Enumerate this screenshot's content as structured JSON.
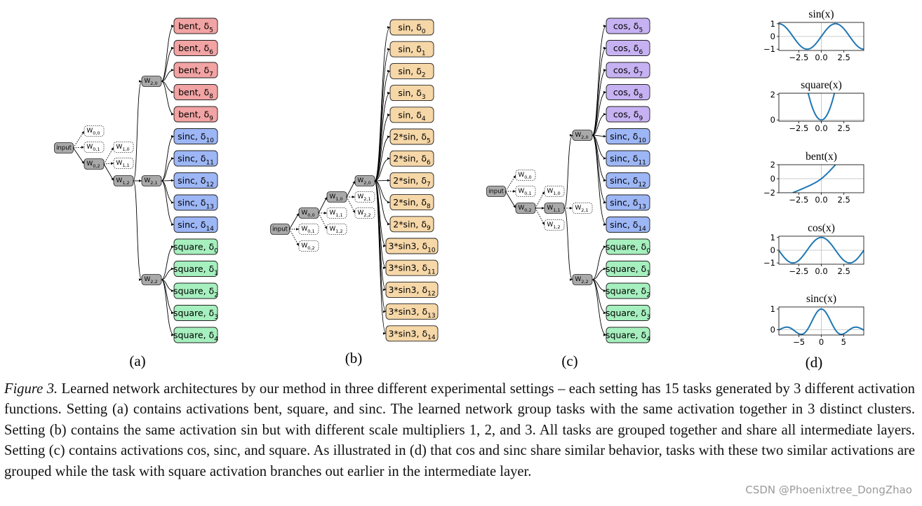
{
  "panels": [
    {
      "id": "a",
      "label": "(a)",
      "input": "input",
      "hidden": [
        {
          "main": "W",
          "sub": "0,0"
        },
        {
          "main": "W",
          "sub": "0,1"
        },
        {
          "main": "W",
          "sub": "0,2"
        },
        {
          "main": "W",
          "sub": "1,0"
        },
        {
          "main": "W",
          "sub": "1,1"
        },
        {
          "main": "W",
          "sub": "1,2"
        },
        {
          "main": "W",
          "sub": "2,0"
        },
        {
          "main": "W",
          "sub": "2,1"
        },
        {
          "main": "W",
          "sub": "2,2"
        }
      ],
      "tasks": [
        {
          "main": "bent, δ",
          "sub": "5",
          "group": "bent"
        },
        {
          "main": "bent, δ",
          "sub": "6",
          "group": "bent"
        },
        {
          "main": "bent, δ",
          "sub": "7",
          "group": "bent"
        },
        {
          "main": "bent, δ",
          "sub": "8",
          "group": "bent"
        },
        {
          "main": "bent, δ",
          "sub": "9",
          "group": "bent"
        },
        {
          "main": "sinc, δ",
          "sub": "10",
          "group": "sinc"
        },
        {
          "main": "sinc, δ",
          "sub": "11",
          "group": "sinc"
        },
        {
          "main": "sinc, δ",
          "sub": "12",
          "group": "sinc"
        },
        {
          "main": "sinc, δ",
          "sub": "13",
          "group": "sinc"
        },
        {
          "main": "sinc, δ",
          "sub": "14",
          "group": "sinc"
        },
        {
          "main": "square, δ",
          "sub": "0",
          "group": "square"
        },
        {
          "main": "square, δ",
          "sub": "1",
          "group": "square"
        },
        {
          "main": "square, δ",
          "sub": "2",
          "group": "square"
        },
        {
          "main": "square, δ",
          "sub": "3",
          "group": "square"
        },
        {
          "main": "square, δ",
          "sub": "4",
          "group": "square"
        }
      ]
    },
    {
      "id": "b",
      "label": "(b)",
      "input": "input",
      "hidden": [
        {
          "main": "W",
          "sub": "0,0"
        },
        {
          "main": "W",
          "sub": "0,1"
        },
        {
          "main": "W",
          "sub": "0,2"
        },
        {
          "main": "W",
          "sub": "1,0"
        },
        {
          "main": "W",
          "sub": "1,1"
        },
        {
          "main": "W",
          "sub": "1,2"
        },
        {
          "main": "W",
          "sub": "2,0"
        },
        {
          "main": "W",
          "sub": "2,1"
        },
        {
          "main": "W",
          "sub": "2,2"
        }
      ],
      "tasks": [
        {
          "main": "sin, δ",
          "sub": "0",
          "group": "sin"
        },
        {
          "main": "sin, δ",
          "sub": "1",
          "group": "sin"
        },
        {
          "main": "sin, δ",
          "sub": "2",
          "group": "sin"
        },
        {
          "main": "sin, δ",
          "sub": "3",
          "group": "sin"
        },
        {
          "main": "sin, δ",
          "sub": "4",
          "group": "sin"
        },
        {
          "main": "2*sin, δ",
          "sub": "5",
          "group": "sin"
        },
        {
          "main": "2*sin, δ",
          "sub": "6",
          "group": "sin"
        },
        {
          "main": "2*sin, δ",
          "sub": "7",
          "group": "sin"
        },
        {
          "main": "2*sin, δ",
          "sub": "8",
          "group": "sin"
        },
        {
          "main": "2*sin, δ",
          "sub": "9",
          "group": "sin"
        },
        {
          "main": "3*sin3, δ",
          "sub": "10",
          "group": "sin"
        },
        {
          "main": "3*sin3, δ",
          "sub": "11",
          "group": "sin"
        },
        {
          "main": "3*sin3, δ",
          "sub": "12",
          "group": "sin"
        },
        {
          "main": "3*sin3, δ",
          "sub": "13",
          "group": "sin"
        },
        {
          "main": "3*sin3, δ",
          "sub": "14",
          "group": "sin"
        }
      ]
    },
    {
      "id": "c",
      "label": "(c)",
      "input": "input",
      "hidden": [
        {
          "main": "W",
          "sub": "0,0"
        },
        {
          "main": "W",
          "sub": "0,1"
        },
        {
          "main": "W",
          "sub": "0,2"
        },
        {
          "main": "W",
          "sub": "1,0"
        },
        {
          "main": "W",
          "sub": "1,1"
        },
        {
          "main": "W",
          "sub": "1,2"
        },
        {
          "main": "W",
          "sub": "2,0"
        },
        {
          "main": "W",
          "sub": "2,1"
        },
        {
          "main": "W",
          "sub": "2,2"
        }
      ],
      "tasks": [
        {
          "main": "cos, δ",
          "sub": "5",
          "group": "cos"
        },
        {
          "main": "cos, δ",
          "sub": "6",
          "group": "cos"
        },
        {
          "main": "cos, δ",
          "sub": "7",
          "group": "cos"
        },
        {
          "main": "cos, δ",
          "sub": "8",
          "group": "cos"
        },
        {
          "main": "cos, δ",
          "sub": "9",
          "group": "cos"
        },
        {
          "main": "sinc, δ",
          "sub": "10",
          "group": "sinc"
        },
        {
          "main": "sinc, δ",
          "sub": "11",
          "group": "sinc"
        },
        {
          "main": "sinc, δ",
          "sub": "12",
          "group": "sinc"
        },
        {
          "main": "sinc, δ",
          "sub": "13",
          "group": "sinc"
        },
        {
          "main": "sinc, δ",
          "sub": "14",
          "group": "sinc"
        },
        {
          "main": "square, δ",
          "sub": "0",
          "group": "square"
        },
        {
          "main": "square, δ",
          "sub": "1",
          "group": "square"
        },
        {
          "main": "square, δ",
          "sub": "2",
          "group": "square"
        },
        {
          "main": "square, δ",
          "sub": "3",
          "group": "square"
        },
        {
          "main": "square, δ",
          "sub": "4",
          "group": "square"
        }
      ]
    }
  ],
  "colors": {
    "bent": "#f2a3a3",
    "sinc": "#9db6f5",
    "square": "#a6efbe",
    "sin": "#f6d7a8",
    "cos": "#c6b2f2",
    "active_node": "#a9a9a9",
    "curve": "#1f77b4",
    "edge": "#000000"
  },
  "panel_d_label": "(d)",
  "chart_data": [
    {
      "type": "line",
      "title": "sin(x)",
      "function": "sin",
      "x_range": [
        -4.7,
        4.7
      ],
      "ylim": [
        -1.1,
        1.1
      ],
      "xticks": [
        -2.5,
        0.0,
        2.5
      ],
      "xtick_labels": [
        "−2.5",
        "0.0",
        "2.5"
      ],
      "yticks": [
        -1,
        0,
        1
      ],
      "ytick_labels": [
        "−1",
        "0",
        "1"
      ]
    },
    {
      "type": "line",
      "title": "square(x)",
      "function": "square",
      "x_range": [
        -4.7,
        4.7
      ],
      "ylim": [
        -0.1,
        2.1
      ],
      "xticks": [
        -2.5,
        0.0,
        2.5
      ],
      "xtick_labels": [
        "−2.5",
        "0.0",
        "2.5"
      ],
      "yticks": [
        0,
        2
      ],
      "ytick_labels": [
        "0",
        "2"
      ]
    },
    {
      "type": "line",
      "title": "bent(x)",
      "function": "bent",
      "x_range": [
        -4.7,
        4.7
      ],
      "ylim": [
        -2,
        2
      ],
      "xticks": [
        -2.5,
        0.0,
        2.5
      ],
      "xtick_labels": [
        "−2.5",
        "0.0",
        "2.5"
      ],
      "yticks": [
        -2,
        0,
        2
      ],
      "ytick_labels": [
        "−2",
        "0",
        "2"
      ]
    },
    {
      "type": "line",
      "title": "cos(x)",
      "function": "cos",
      "x_range": [
        -4.7,
        4.7
      ],
      "ylim": [
        -1.1,
        1.1
      ],
      "xticks": [
        -2.5,
        0.0,
        2.5
      ],
      "xtick_labels": [
        "−2.5",
        "0.0",
        "2.5"
      ],
      "yticks": [
        -1,
        0,
        1
      ],
      "ytick_labels": [
        "−1",
        "0",
        "1"
      ]
    },
    {
      "type": "line",
      "title": "sinc(x)",
      "function": "sinc",
      "x_range": [
        -9.5,
        9.5
      ],
      "ylim": [
        -0.25,
        1.1
      ],
      "xticks": [
        -5,
        0,
        5
      ],
      "xtick_labels": [
        "−5",
        "0",
        "5"
      ],
      "yticks": [
        0,
        1
      ],
      "ytick_labels": [
        "0",
        "1"
      ]
    }
  ],
  "caption": {
    "label": "Figure 3.",
    "text": " Learned network architectures by our method in three different experimental settings – each setting has 15 tasks generated by 3 different activation functions. Setting (a) contains activations bent, square, and sinc. The learned network group tasks with the same activation together in 3 distinct clusters. Setting (b) contains the same activation sin but with different scale multipliers 1, 2, and 3. All tasks are grouped together and share all intermediate layers. Setting (c) contains activations cos, sinc, and square. As illustrated in (d) that cos and sinc share similar behavior, tasks with these two similar activations are grouped while the task with square activation branches out earlier in the intermediate layer."
  },
  "watermark": "CSDN @Phoenixtree_DongZhao"
}
